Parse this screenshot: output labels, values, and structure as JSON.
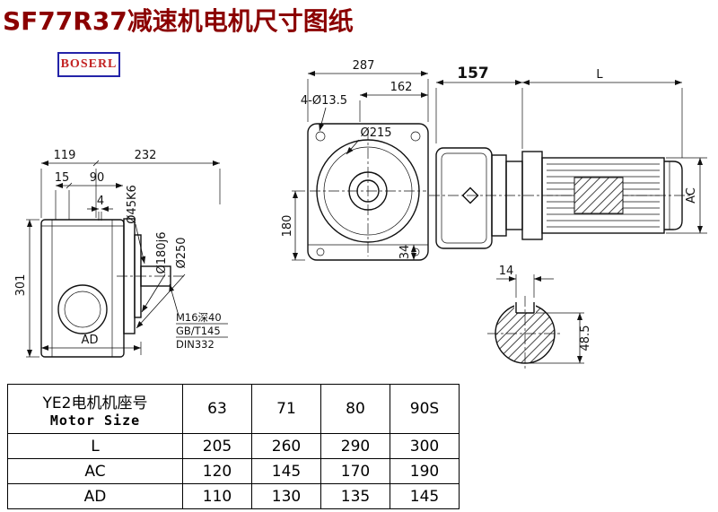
{
  "title": "SF77R37减速机电机尺寸图纸",
  "logo": "BOSERL",
  "colors": {
    "title": "#8b0000",
    "logo_text": "#c32222",
    "logo_border": "#2323a8",
    "line": "#111111"
  },
  "drawing": {
    "side_view": {
      "dim_119": "119",
      "dim_232": "232",
      "dim_15": "15",
      "dim_90": "90",
      "dim_4": "4",
      "dim_301": "301",
      "dim_ad": "AD",
      "callout_shaft": "Ø45K6",
      "callout_spigot": "Ø180j6",
      "callout_flange": "Ø250",
      "note_line1": "M16深40",
      "note_line2": "GB/T145",
      "note_line3": "DIN332"
    },
    "front_view": {
      "dim_287": "287",
      "dim_162": "162",
      "dim_holes": "4-Ø13.5",
      "dim_bore": "Ø215",
      "dim_180": "180",
      "dim_34": "34"
    },
    "motor_view": {
      "dim_157": "157",
      "dim_L": "L",
      "dim_AC": "AC"
    },
    "shaft_section": {
      "dim_14": "14",
      "dim_48_5": "48.5"
    }
  },
  "table": {
    "header": {
      "line1": "YE2电机机座号",
      "line2": "Motor Size",
      "sizes": [
        "63",
        "71",
        "80",
        "90S"
      ]
    },
    "rows": [
      {
        "label": "L",
        "values": [
          "205",
          "260",
          "290",
          "300"
        ]
      },
      {
        "label": "AC",
        "values": [
          "120",
          "145",
          "170",
          "190"
        ]
      },
      {
        "label": "AD",
        "values": [
          "110",
          "130",
          "135",
          "145"
        ]
      }
    ]
  }
}
